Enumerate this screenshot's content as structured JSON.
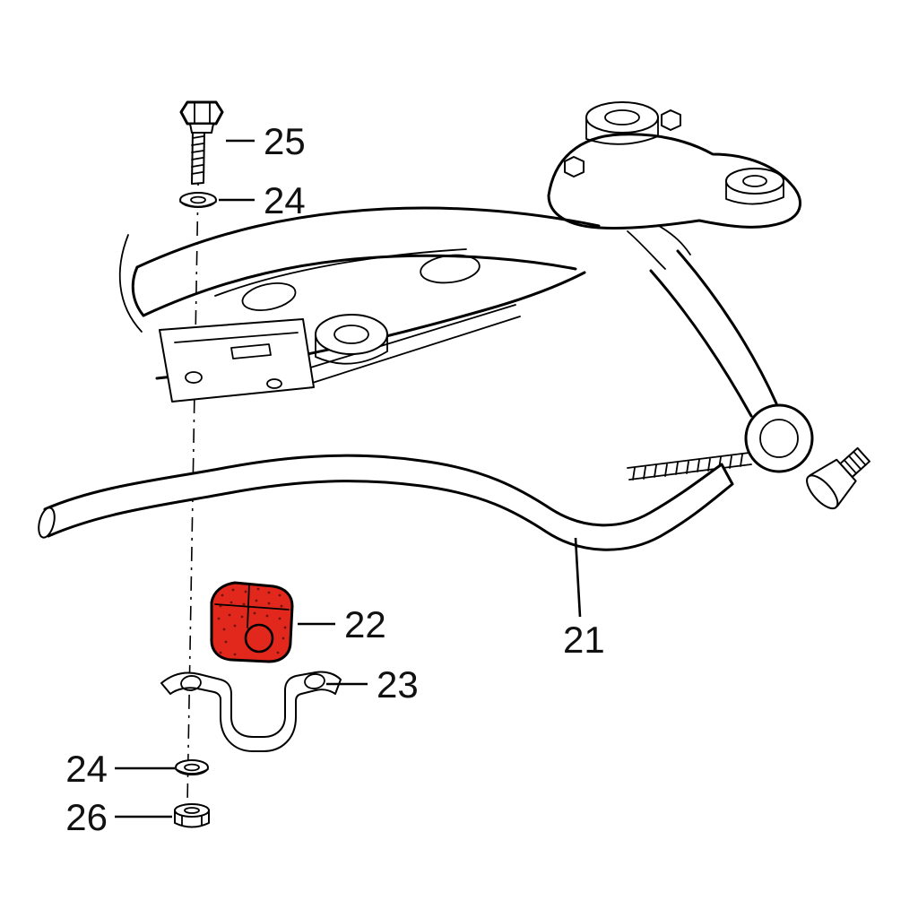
{
  "diagram": {
    "background": "#ffffff",
    "line_color": "#000000",
    "highlight_color": "#e2271c",
    "parts": {
      "bolt": {
        "label": "25"
      },
      "washer_top": {
        "label": "24"
      },
      "stabilizer_bar": {
        "label": "21"
      },
      "bushing": {
        "label": "22",
        "highlighted": true
      },
      "bracket": {
        "label": "23"
      },
      "washer_bottom": {
        "label": "24"
      },
      "nut": {
        "label": "26"
      }
    }
  }
}
